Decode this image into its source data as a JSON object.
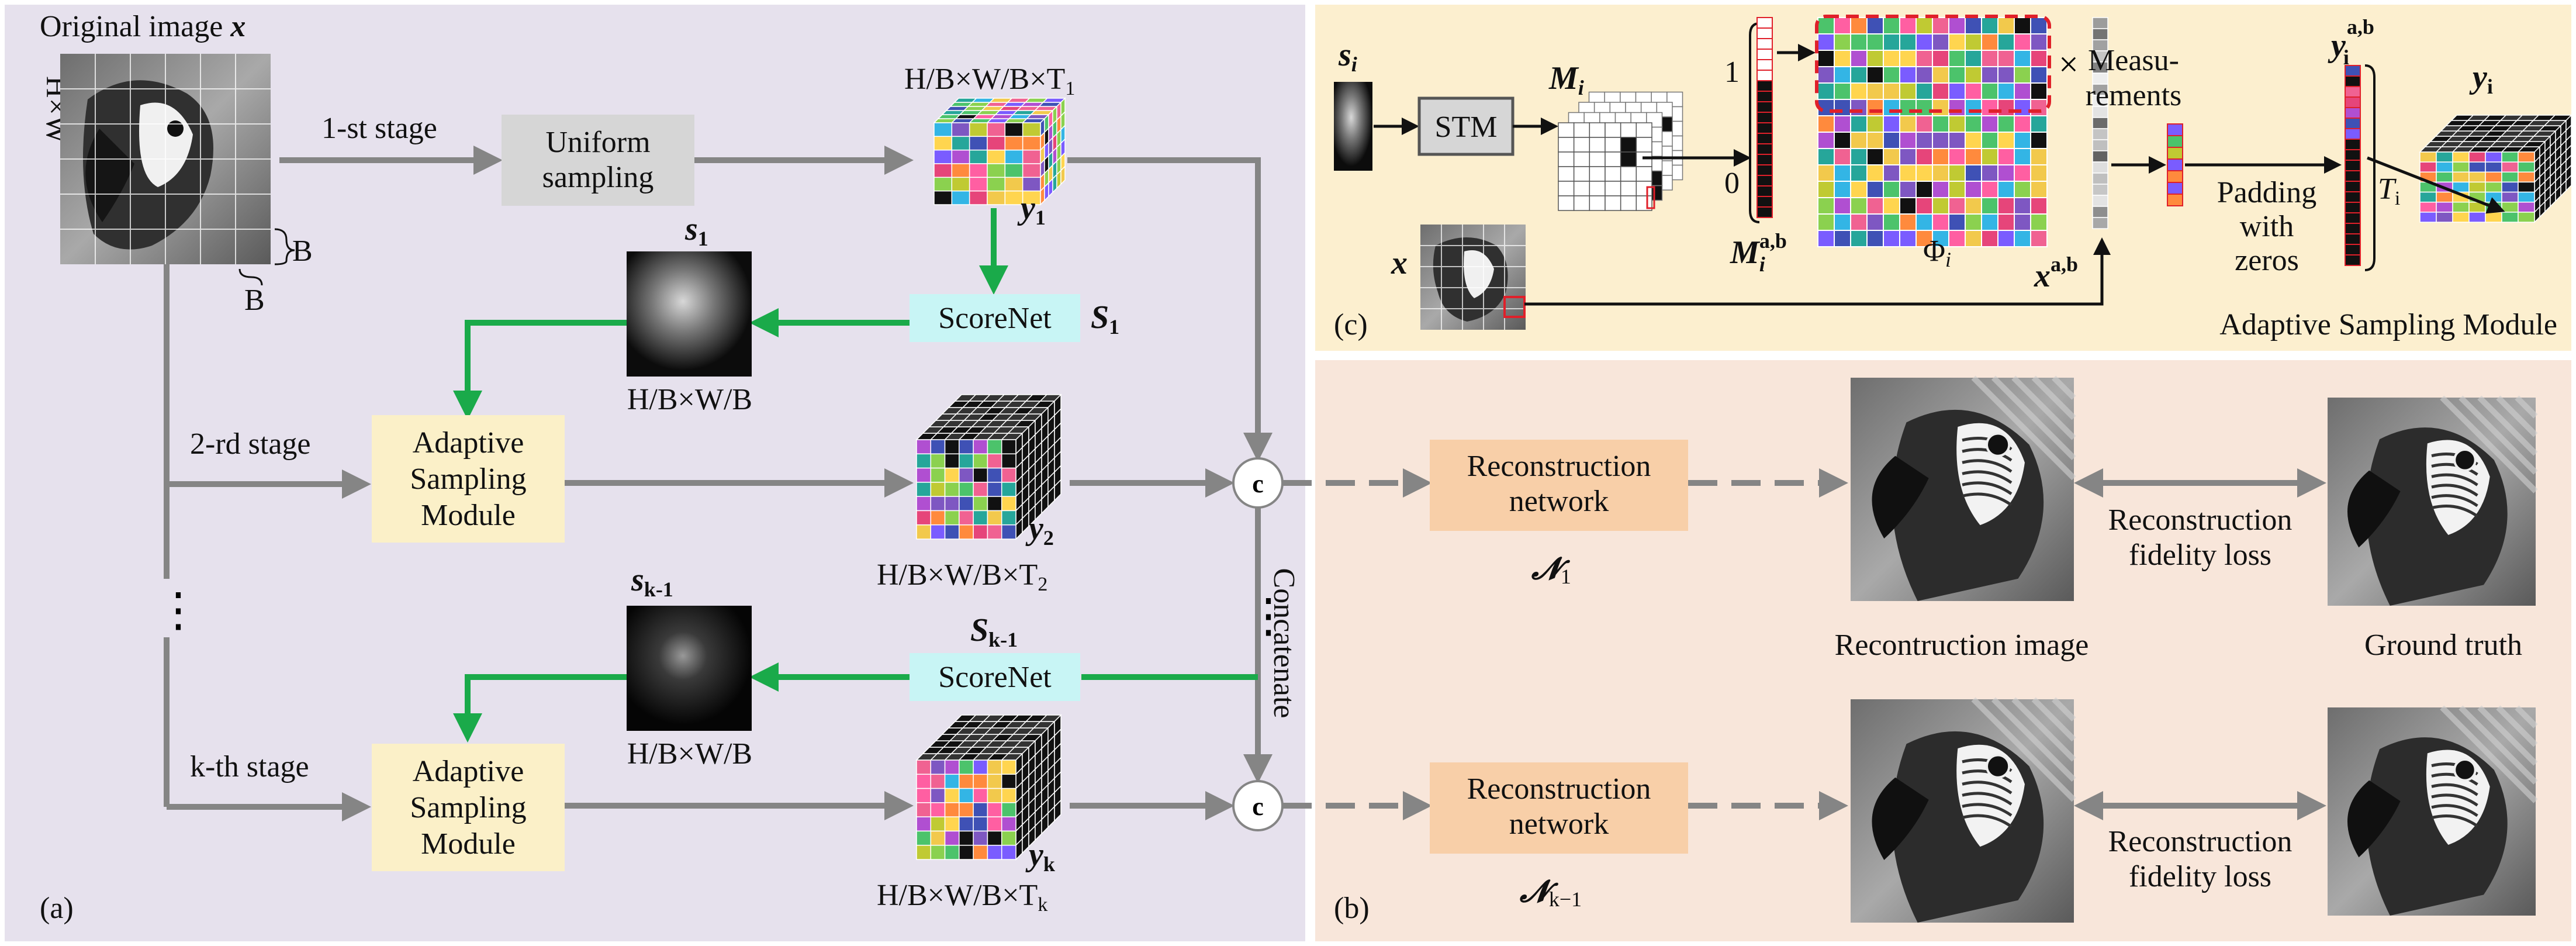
{
  "panel_a": {
    "label": "(a)",
    "original_image_title": "Original image ",
    "original_image_var": "x",
    "hxw": "H×W",
    "block_b_right": "B",
    "block_b_bottom": "B",
    "stage1": "1-st stage",
    "stage2": "2-rd stage",
    "stagek": "k-th stage",
    "uniform_sampling": [
      "Uniform",
      "sampling"
    ],
    "asm_lines": [
      "Adaptive",
      "Sampling",
      "Module"
    ],
    "scorenet": "ScoreNet",
    "dim_top": "H/B×W/B×T",
    "dim_top_sub": "1",
    "dim_mid": "H/B×W/B×T",
    "dim_mid_sub": "2",
    "dim_bot": "H/B×W/B×T",
    "dim_bot_sub": "k",
    "score_dim": "H/B×W/B",
    "s1": "s",
    "s1_sub": "1",
    "sk": "s",
    "sk_sub": "k-1",
    "S1": "S",
    "S1_sub": "1",
    "Sk": "S",
    "Sk_sub": "k-1",
    "y1": "y",
    "y1_sub": "1",
    "y2": "y",
    "y2_sub": "2",
    "yk": "y",
    "yk_sub": "k",
    "concat_symbol": "c",
    "concatenate": "Concatenate",
    "dots": "⋮"
  },
  "panel_b": {
    "label": "(b)",
    "recon_network": [
      "Reconstruction",
      "network"
    ],
    "n1": "𝓝",
    "n1_sub": "1",
    "nk": "𝓝",
    "nk_sub": "k−1",
    "fidelity_loss": [
      "Reconstruction",
      "fidelity loss"
    ],
    "recon_image": "Recontruction image",
    "ground_truth": "Ground truth"
  },
  "panel_c": {
    "label": "(c)",
    "title": "Adaptive Sampling Module",
    "si": "s",
    "si_sub": "i",
    "stm": "STM",
    "Mi": "M",
    "Mi_sub": "i",
    "Mab": "M",
    "Mab_sub": "i",
    "Mab_sup": "a,b",
    "one": "1",
    "zero": "0",
    "phi": "Φ",
    "phi_sub": "i",
    "times": "×",
    "x": "x",
    "xab": "x",
    "xab_sup": "a,b",
    "measurements": [
      "Measu-",
      "rements"
    ],
    "padding": [
      "Padding",
      "with",
      "zeros"
    ],
    "yab": "y",
    "yab_sub": "i",
    "yab_sup": "a,b",
    "ti": "T",
    "ti_sub": "i",
    "yi": "y",
    "yi_sub": "i"
  },
  "colors": {
    "panel_a_bg": "#e6e1ed",
    "panel_b_bg": "#f8e6da",
    "panel_c_bg": "#fcefcf",
    "uniform_box": "#d6d6d6",
    "asm_box": "#fbf0c8",
    "scorenet_box": "#c8f5f5",
    "recon_box": "#f8cfa8",
    "green_arrow": "#1aaa4a",
    "gray_arrow": "#858585",
    "mask_red": "#e0202a"
  }
}
